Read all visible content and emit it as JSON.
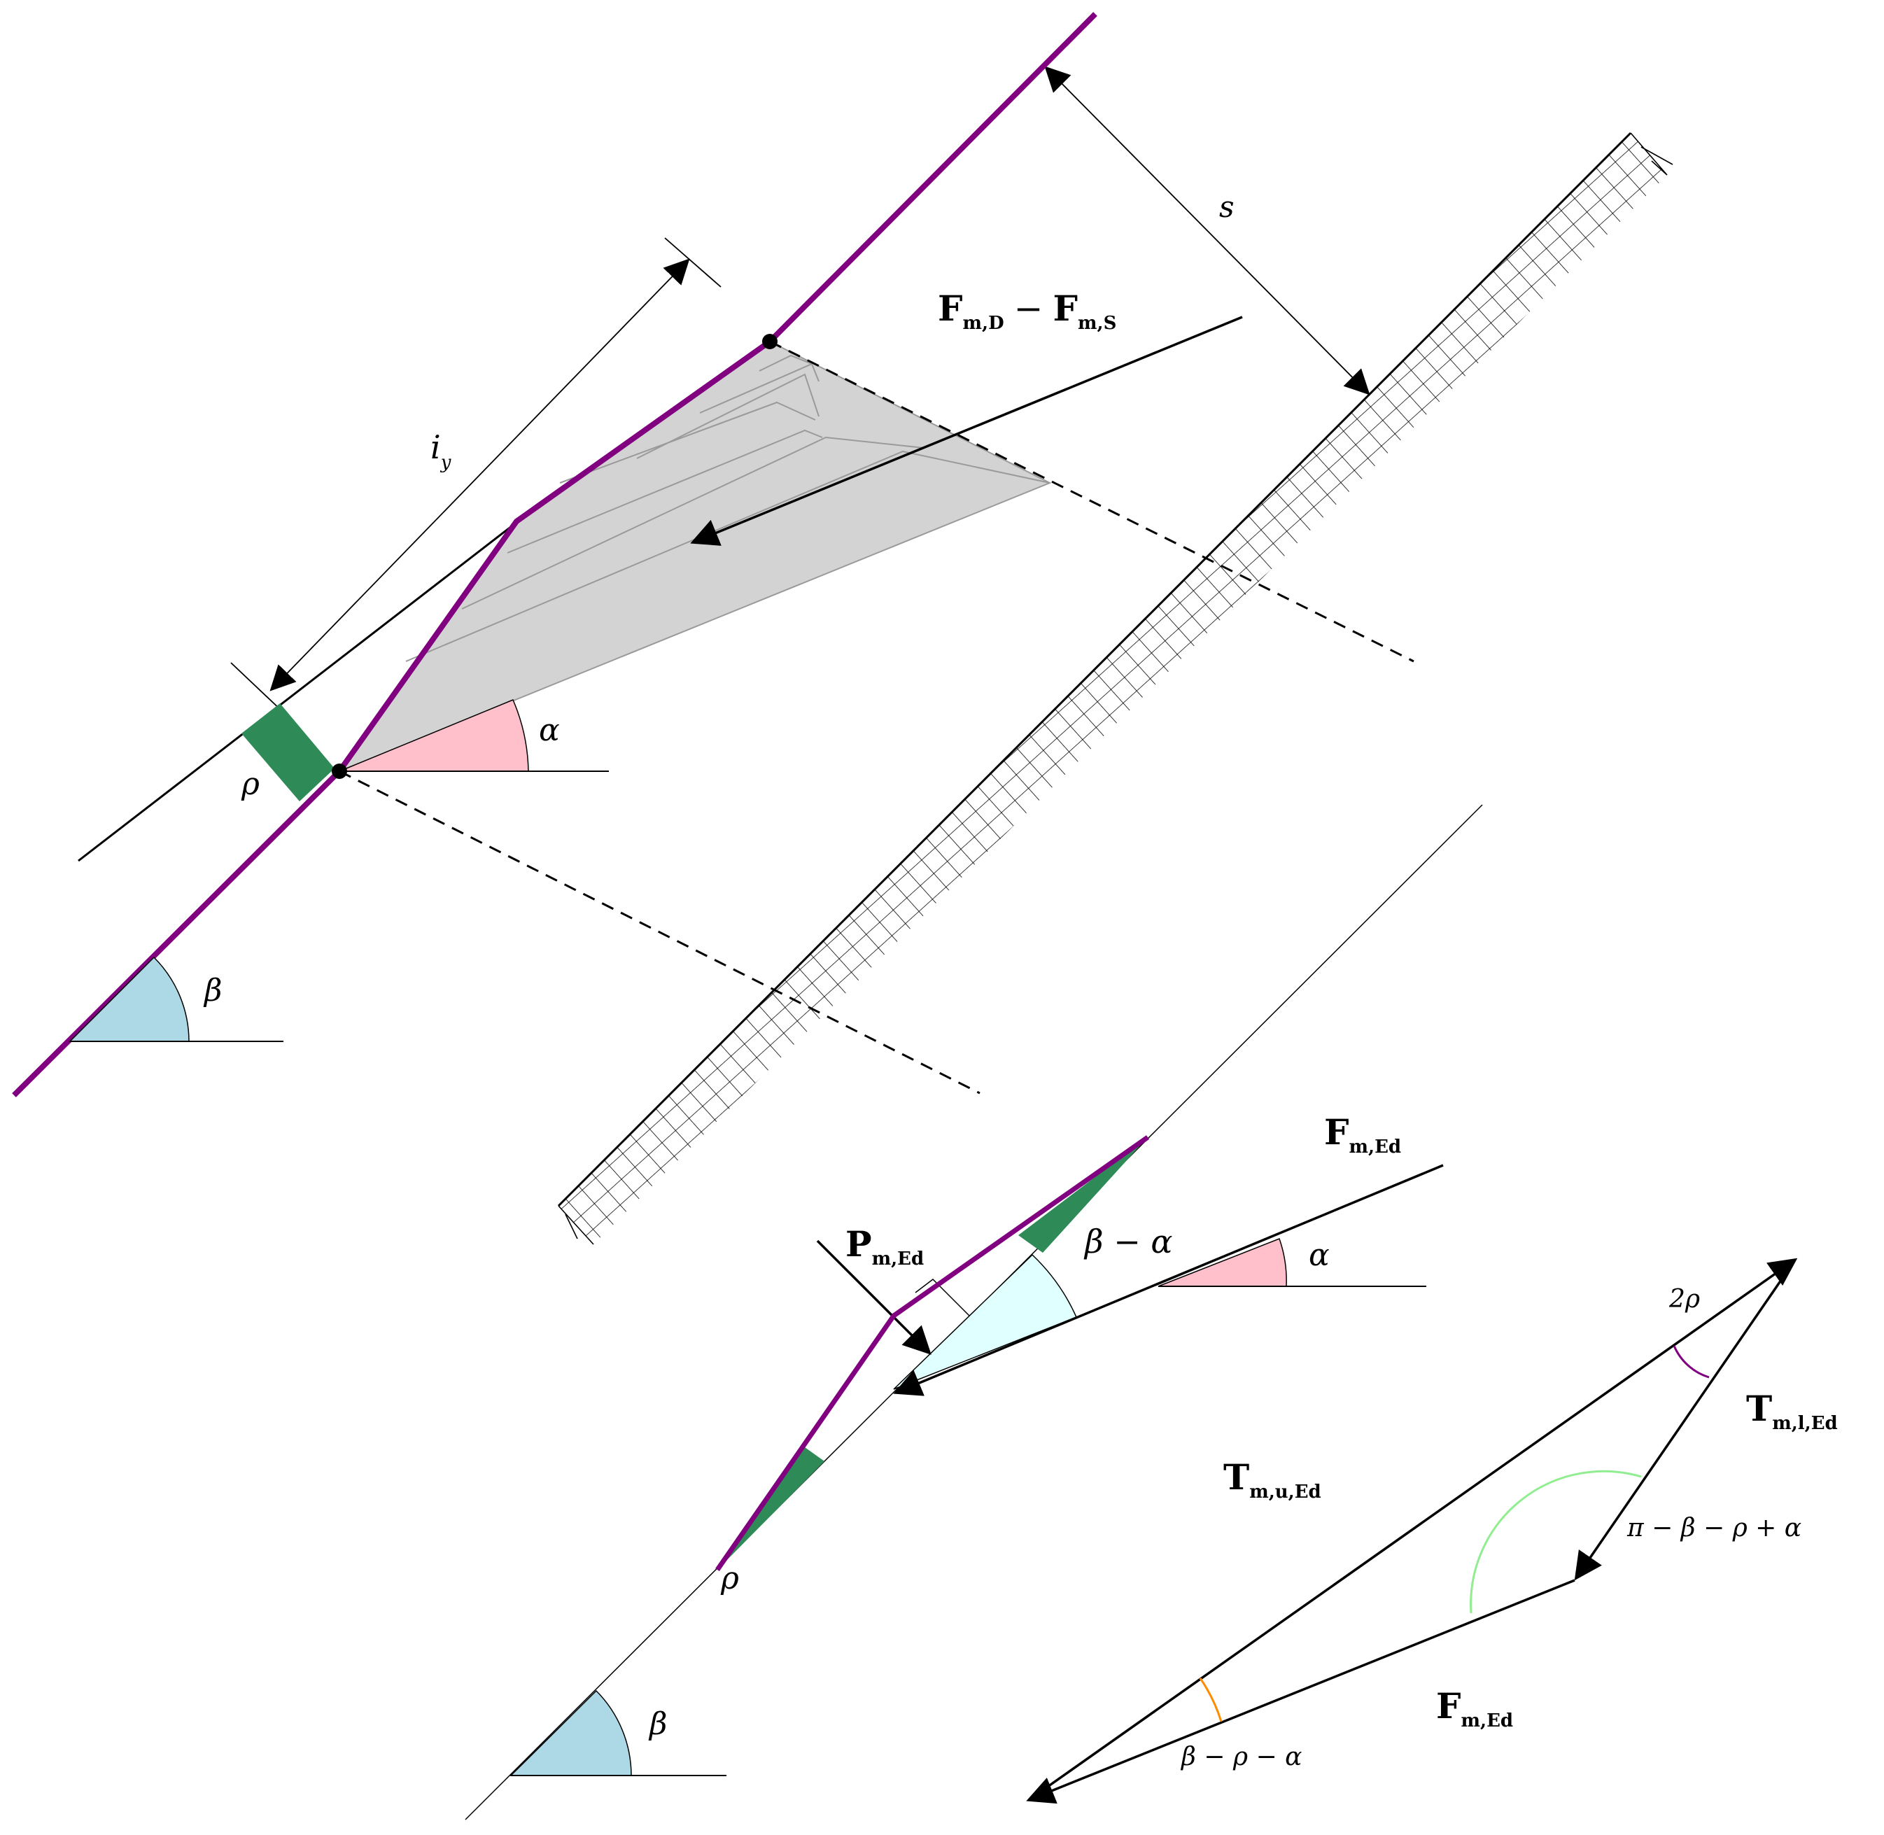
{
  "labels": {
    "s": "s",
    "iy_main": "i",
    "iy_sub": "y",
    "force_top_1": "F",
    "force_top_1_sub": "m,D",
    "force_top_minus": "−",
    "force_top_2": "F",
    "force_top_2_sub": "m,S",
    "alpha_top": "α",
    "rho_top": "ρ",
    "beta_top": "β",
    "fmed_main": "F",
    "fmed_main_sub": "m,Ed",
    "pmed": "P",
    "pmed_sub": "m,Ed",
    "beta_minus_alpha": "β − α",
    "alpha_mid": "α",
    "rho_mid": "ρ",
    "beta_bottom": "β",
    "two_rho": "2ρ",
    "tml": "T",
    "tml_sub": "m,l,Ed",
    "tmu": "T",
    "tmu_sub": "m,u,Ed",
    "pi_expr": "π − β − ρ + α",
    "fmed_tri": "F",
    "fmed_tri_sub": "m,Ed",
    "beta_rho_alpha": "β − ρ − α"
  },
  "colors": {
    "slope": "#800080",
    "friction": "#2e8b57",
    "alpha_fill": "#ffc0cb",
    "beta_fill": "#add8e6",
    "beta_alpha_fill": "#e0ffff",
    "wedge_fill": "#d3d3d3",
    "arc_green": "#90ee90",
    "arc_orange": "#ff8c00",
    "arc_purple": "#800080"
  }
}
